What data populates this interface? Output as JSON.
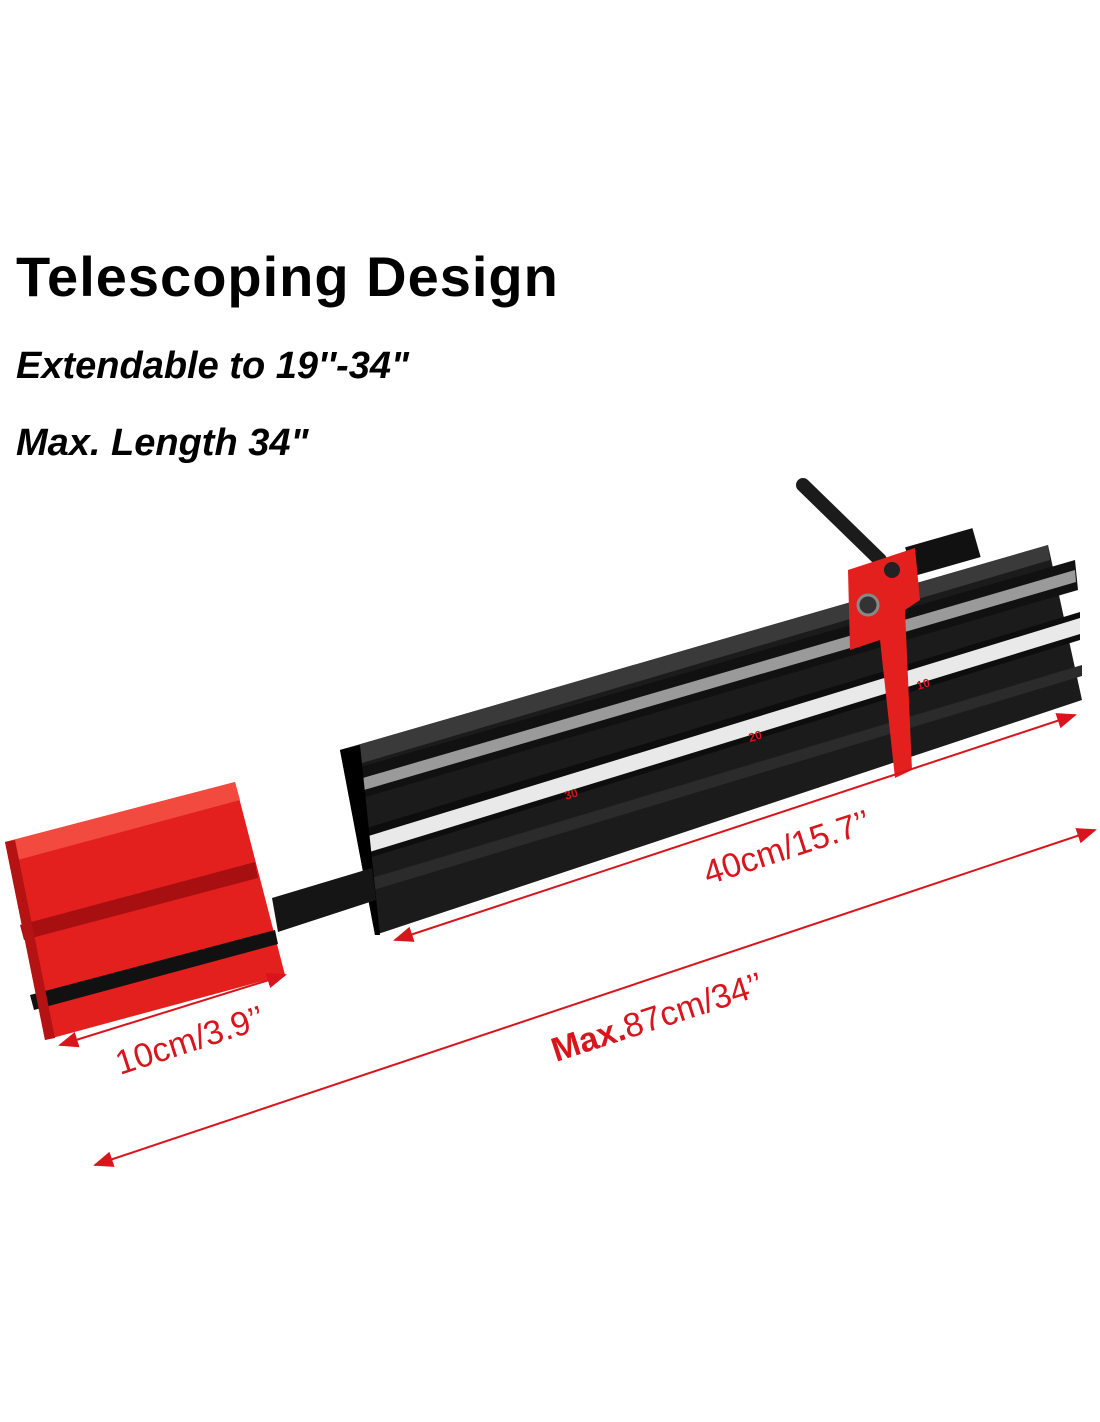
{
  "heading": "Telescoping Design",
  "subtitle_1": "Extendable to 19''-34\"",
  "subtitle_2": "Max. Length 34\"",
  "dimensions": {
    "rail_label": "40cm/15.7’’",
    "block_label": "10cm/3.9’’",
    "max_prefix": "Max.",
    "max_value": "87cm/34’’"
  },
  "tape_marks": [
    "30",
    "20",
    "10"
  ],
  "colors": {
    "accent": "#d8141c",
    "rail": "#1a1a1a",
    "block": "#e4201e"
  }
}
